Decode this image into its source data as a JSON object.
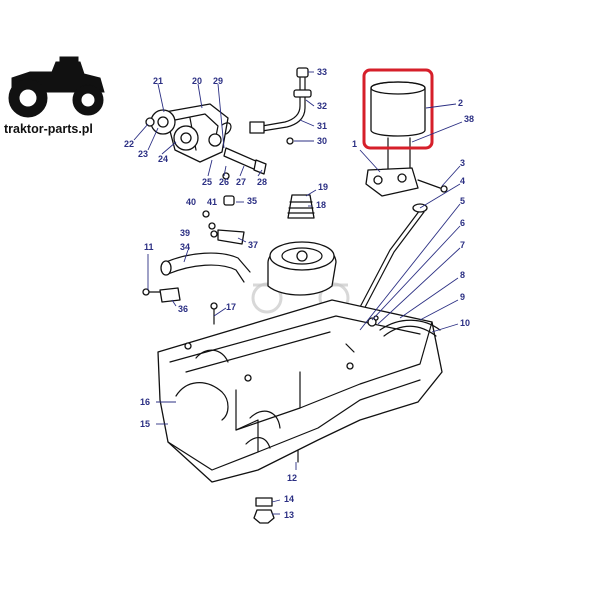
{
  "brand": {
    "text": "traktor-parts.pl",
    "icon": "tractor-icon"
  },
  "highlight": {
    "color": "#d61f2a",
    "part": "2"
  },
  "callouts": [
    {
      "id": "n1",
      "label": "1"
    },
    {
      "id": "n2",
      "label": "2"
    },
    {
      "id": "n3",
      "label": "3"
    },
    {
      "id": "n4",
      "label": "4"
    },
    {
      "id": "n5",
      "label": "5"
    },
    {
      "id": "n6",
      "label": "6"
    },
    {
      "id": "n7",
      "label": "7"
    },
    {
      "id": "n8",
      "label": "8"
    },
    {
      "id": "n9",
      "label": "9"
    },
    {
      "id": "n10",
      "label": "10"
    },
    {
      "id": "n11",
      "label": "11"
    },
    {
      "id": "n12",
      "label": "12"
    },
    {
      "id": "n13",
      "label": "13"
    },
    {
      "id": "n14",
      "label": "14"
    },
    {
      "id": "n15",
      "label": "15"
    },
    {
      "id": "n16",
      "label": "16"
    },
    {
      "id": "n17",
      "label": "17"
    },
    {
      "id": "n18",
      "label": "18"
    },
    {
      "id": "n19",
      "label": "19"
    },
    {
      "id": "n20",
      "label": "20"
    },
    {
      "id": "n21",
      "label": "21"
    },
    {
      "id": "n22",
      "label": "22"
    },
    {
      "id": "n23",
      "label": "23"
    },
    {
      "id": "n24",
      "label": "24"
    },
    {
      "id": "n25",
      "label": "25"
    },
    {
      "id": "n26",
      "label": "26"
    },
    {
      "id": "n27",
      "label": "27"
    },
    {
      "id": "n28",
      "label": "28"
    },
    {
      "id": "n29",
      "label": "29"
    },
    {
      "id": "n30",
      "label": "30"
    },
    {
      "id": "n31",
      "label": "31"
    },
    {
      "id": "n32",
      "label": "32"
    },
    {
      "id": "n33",
      "label": "33"
    },
    {
      "id": "n34",
      "label": "34"
    },
    {
      "id": "n35",
      "label": "35"
    },
    {
      "id": "n36",
      "label": "36"
    },
    {
      "id": "n37",
      "label": "37"
    },
    {
      "id": "n38",
      "label": "38"
    },
    {
      "id": "n39",
      "label": "39"
    },
    {
      "id": "n40",
      "label": "40"
    },
    {
      "id": "n41",
      "label": "41"
    }
  ]
}
